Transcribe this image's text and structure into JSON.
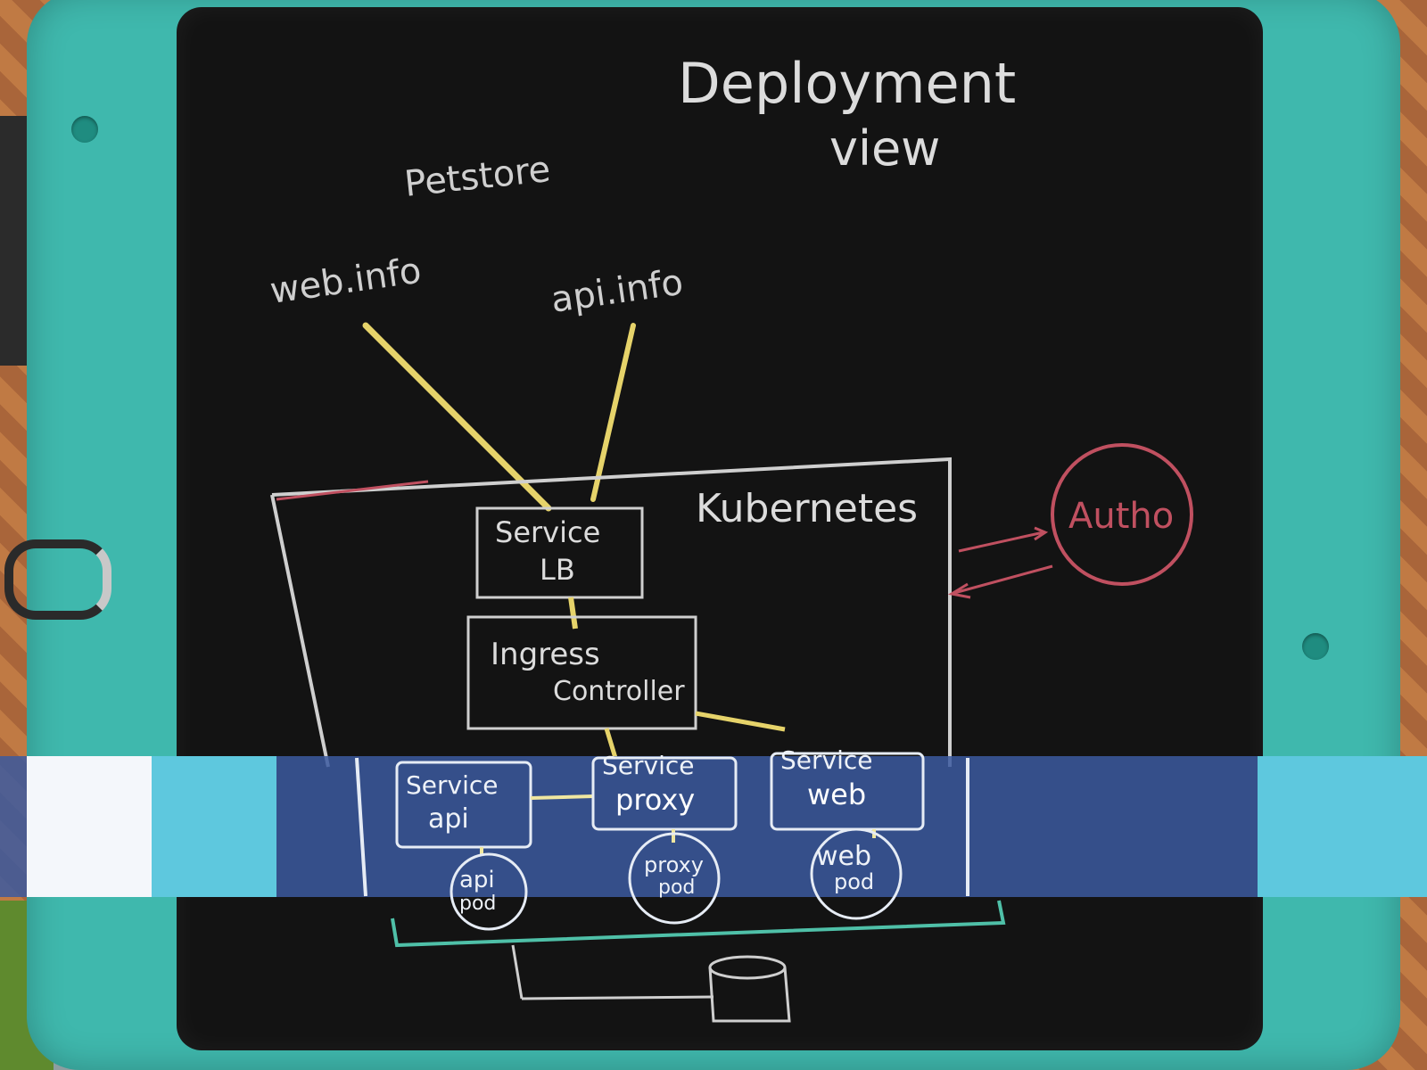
{
  "board": {
    "title_line1": "Deployment",
    "title_line2": "view",
    "app_label": "Petstore",
    "domains": {
      "web": "web.info",
      "api": "api.info"
    },
    "cluster_label": "Kubernetes",
    "external": "Autho",
    "nodes": {
      "service_lb_line1": "Service",
      "service_lb_line2": "LB",
      "ingress_line1": "Ingress",
      "ingress_line2": "Controller",
      "svc_api_line1": "Service",
      "svc_api_line2": "api",
      "svc_proxy_line1": "Service",
      "svc_proxy_line2": "proxy",
      "svc_web_line1": "Service",
      "svc_web_line2": "web",
      "pod_api_line1": "api",
      "pod_api_line2": "pod",
      "pod_proxy_line1": "proxy",
      "pod_proxy_line2": "pod",
      "pod_web_line1": "web",
      "pod_web_line2": "pod"
    }
  },
  "colors": {
    "chalk_white": "#d9d9d9",
    "chalk_yellow": "#e6d36a",
    "chalk_red": "#c05060",
    "chalk_teal": "#4fc0a8",
    "frame": "#3fb8ad",
    "board": "#131313"
  }
}
